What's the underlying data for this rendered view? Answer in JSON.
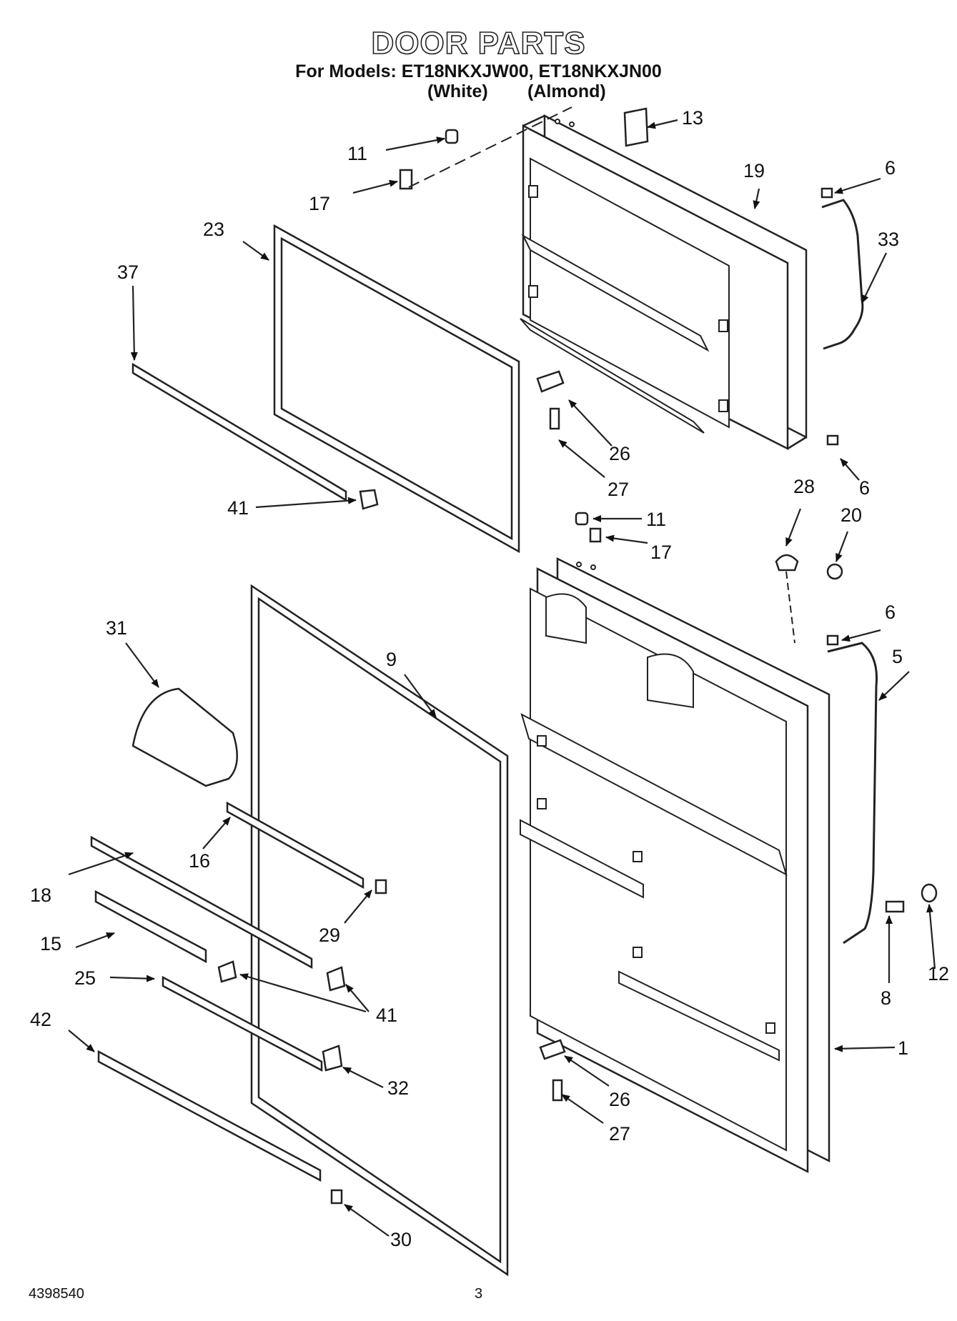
{
  "header": {
    "title": "DOOR PARTS",
    "models_line": "For Models: ET18NKXJW00, ET18NKXJN00",
    "variant_white": "(White)",
    "variant_almond": "(Almond)"
  },
  "callouts": {
    "c13": "13",
    "c11a": "11",
    "c17a": "17",
    "c19": "19",
    "c6a": "6",
    "c33": "33",
    "c23": "23",
    "c37": "37",
    "c26a": "26",
    "c27a": "27",
    "c6b": "6",
    "c41a": "41",
    "c28": "28",
    "c20": "20",
    "c11b": "11",
    "c17b": "17",
    "c6c": "6",
    "c5": "5",
    "c31": "31",
    "c9": "9",
    "c16": "16",
    "c18": "18",
    "c29": "29",
    "c15": "15",
    "c25": "25",
    "c41b": "41",
    "c8": "8",
    "c12": "12",
    "c42": "42",
    "c32": "32",
    "c1": "1",
    "c26b": "26",
    "c27b": "27",
    "c30": "30"
  },
  "footer": {
    "doc_number": "4398540",
    "page_number": "3"
  }
}
